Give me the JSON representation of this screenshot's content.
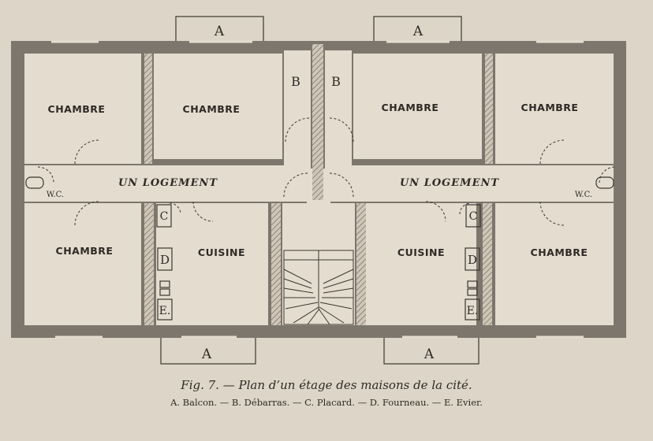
{
  "labels": {
    "balcony": "A",
    "storage": "B",
    "bedroom": "CHAMBRE",
    "kitchen": "CUISINE",
    "dwelling": "UN LOGEMENT",
    "wc": "W.C.",
    "cupboard": "C",
    "stove": "D",
    "sink": "E."
  },
  "caption": {
    "title": "Fig. 7. — Plan d’un étage des maisons de la cité.",
    "legend": "A. Balcon. — B. Débarras. — C. Placard. — D. Fourneau. — E. Evier."
  }
}
